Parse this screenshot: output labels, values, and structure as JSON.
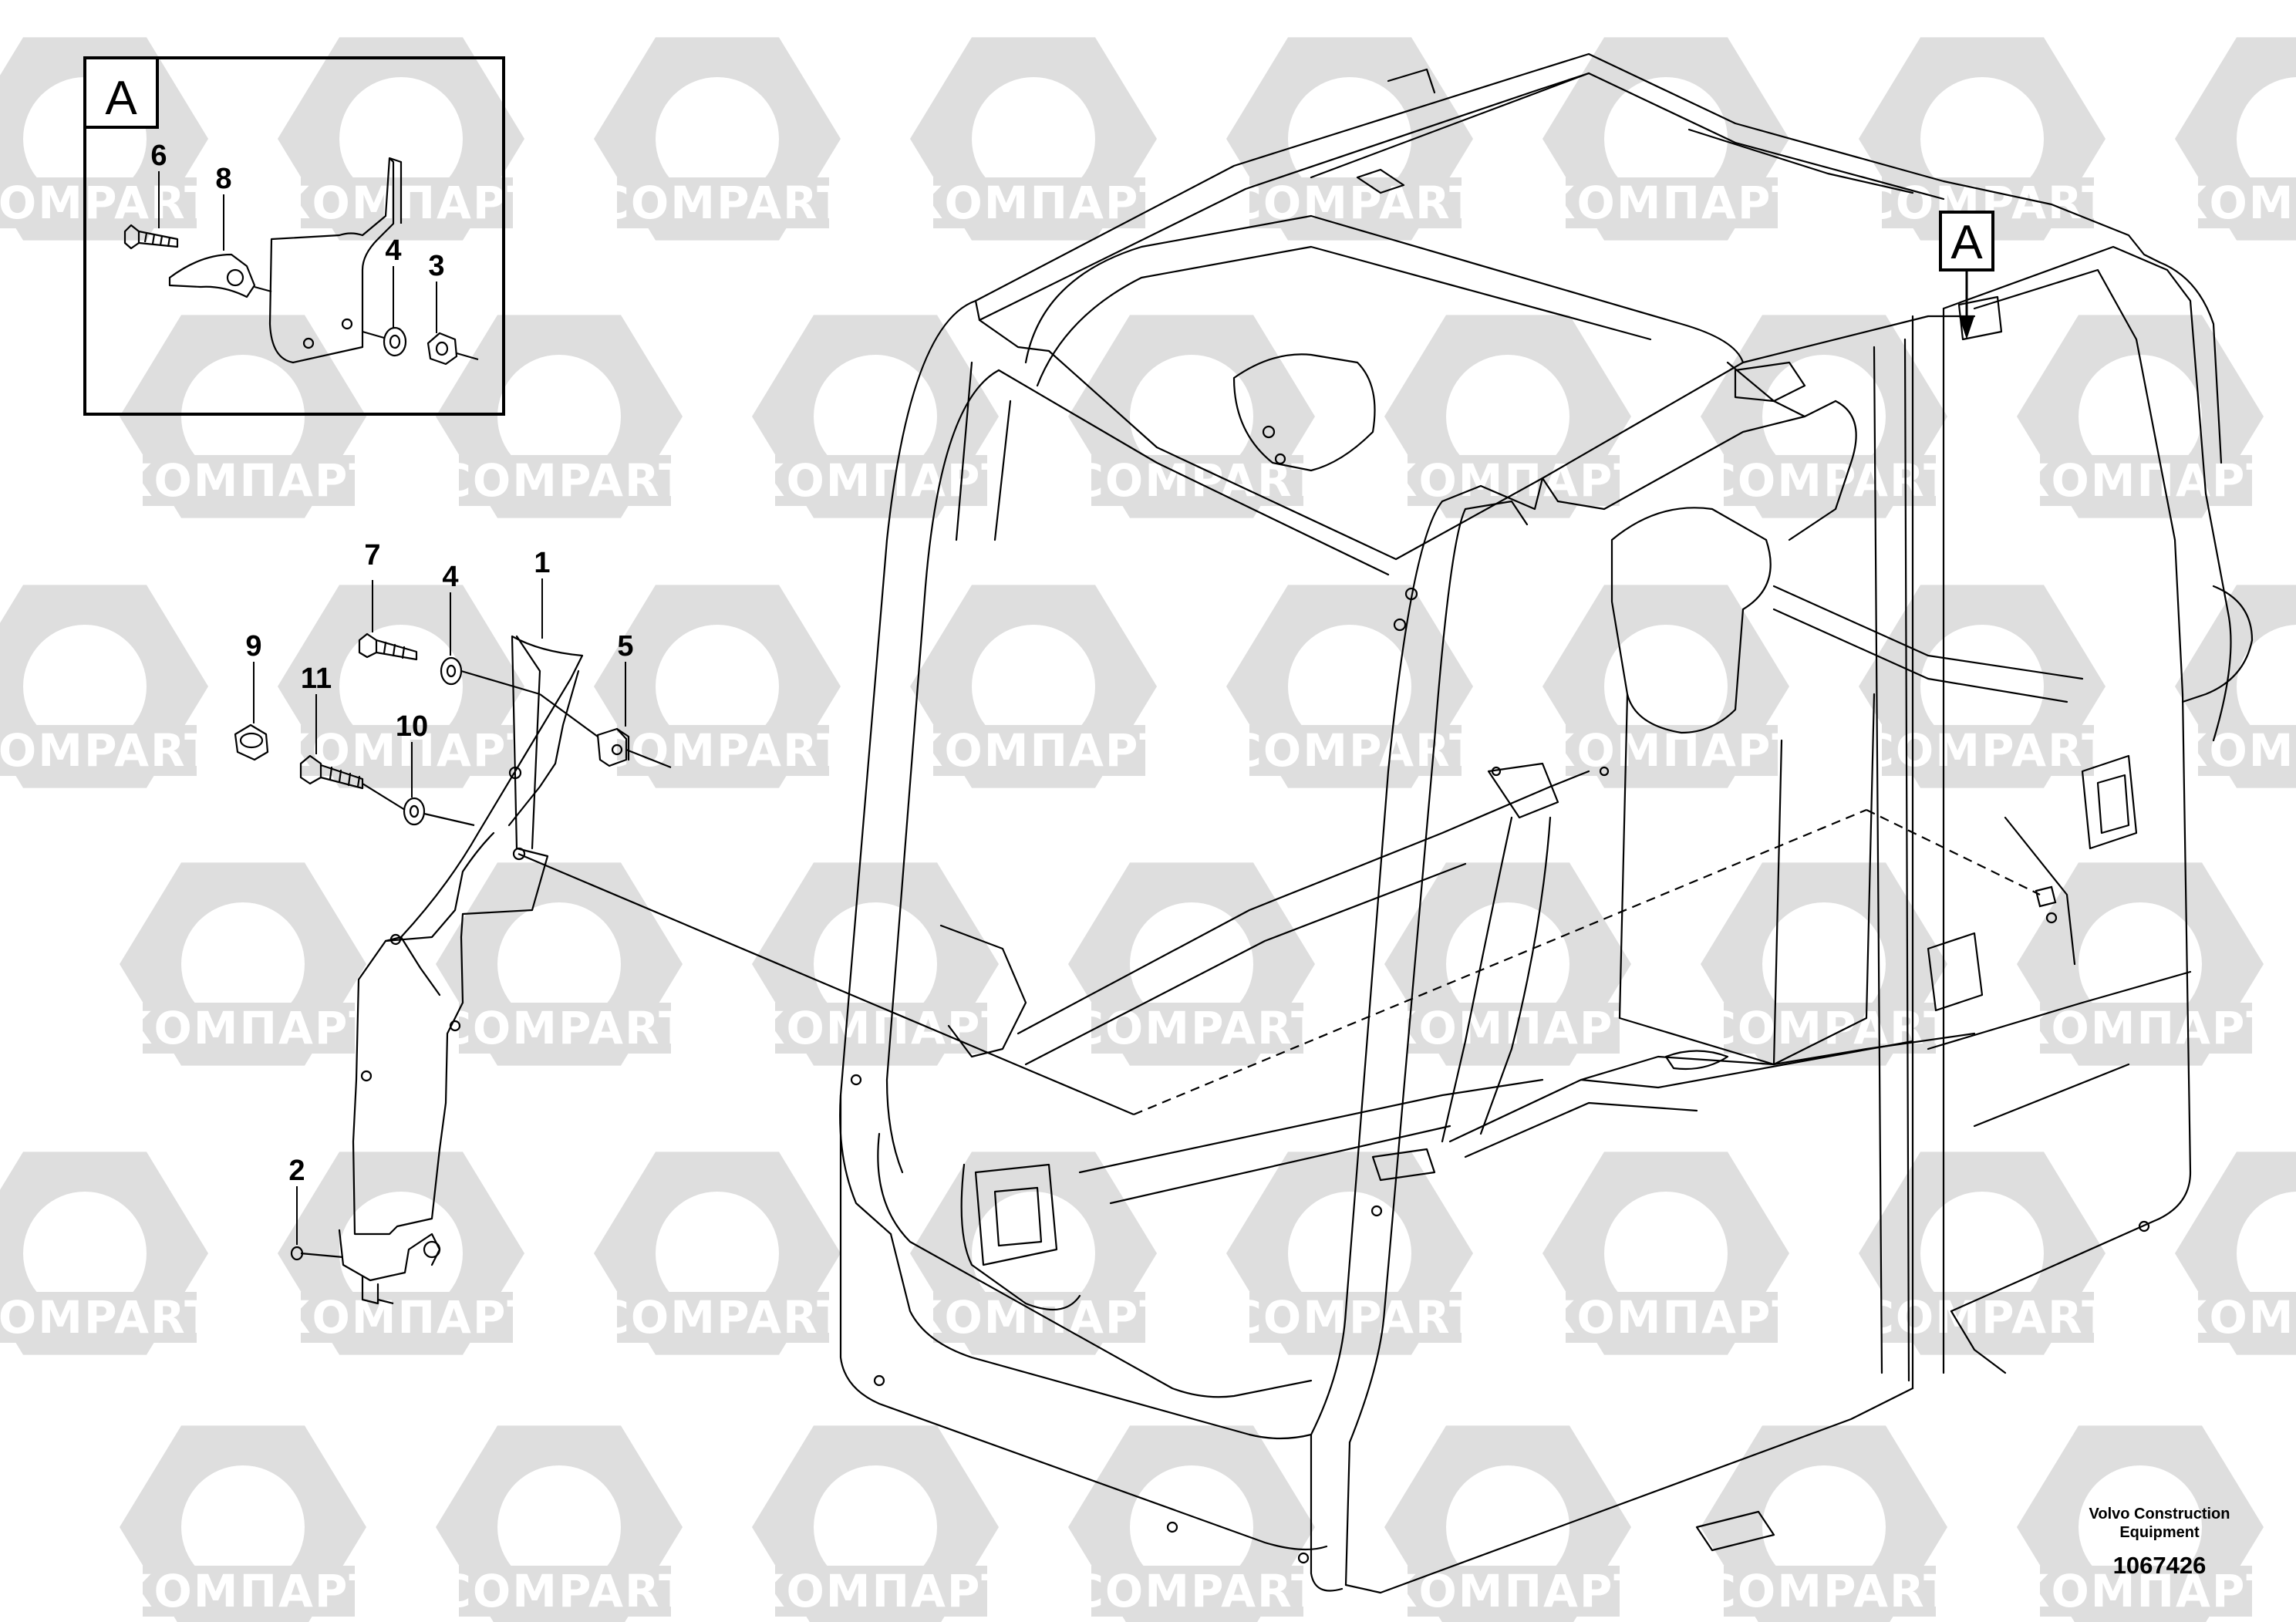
{
  "watermark": {
    "cyrillic": "КОМПАРТ",
    "latin": "COMPART",
    "color": "#dedede"
  },
  "detail": {
    "letter": "A",
    "view_label": "A"
  },
  "callouts": [
    {
      "id": "1",
      "label": "1"
    },
    {
      "id": "2",
      "label": "2"
    },
    {
      "id": "3",
      "label": "3"
    },
    {
      "id": "4",
      "label": "4"
    },
    {
      "id": "4b",
      "label": "4"
    },
    {
      "id": "5",
      "label": "5"
    },
    {
      "id": "6",
      "label": "6"
    },
    {
      "id": "7",
      "label": "7"
    },
    {
      "id": "8",
      "label": "8"
    },
    {
      "id": "9",
      "label": "9"
    },
    {
      "id": "10",
      "label": "10"
    },
    {
      "id": "11",
      "label": "11"
    }
  ],
  "footer": {
    "company_line1": "Volvo Construction",
    "company_line2": "Equipment",
    "drawing_number": "1067426"
  }
}
